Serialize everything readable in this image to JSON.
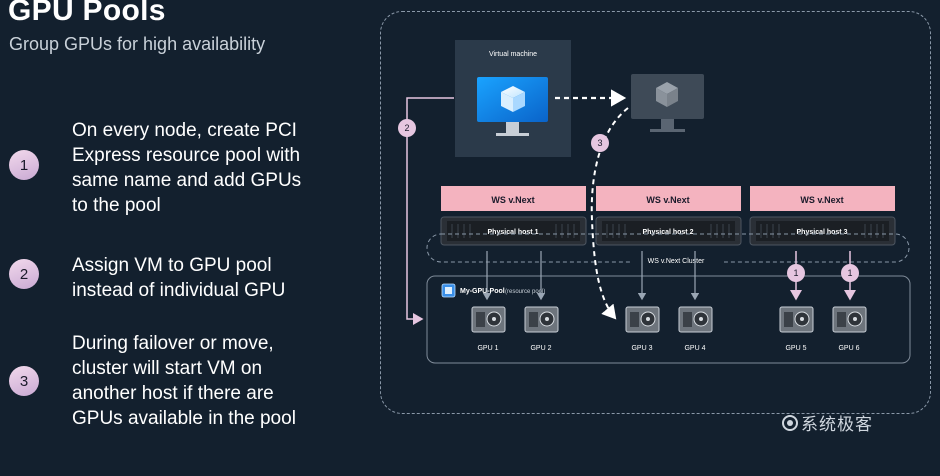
{
  "title": "GPU Pools",
  "subtitle": "Group GPUs for high availability",
  "steps": [
    {
      "num": "1",
      "lines": [
        "On every node, create PCI",
        "Express resource pool with",
        "same name and add GPUs",
        "to the pool"
      ]
    },
    {
      "num": "2",
      "lines": [
        "Assign VM to GPU pool",
        "instead of individual GPU"
      ]
    },
    {
      "num": "3",
      "lines": [
        "During failover or move,",
        "cluster will start VM on",
        "another host if there are",
        "GPUs available in the pool"
      ]
    }
  ],
  "diagram": {
    "vm_label": "Virtual machine",
    "hosts": [
      {
        "os": "WS v.Next",
        "host": "Physical host 1"
      },
      {
        "os": "WS v.Next",
        "host": "Physical host 2"
      },
      {
        "os": "WS v.Next",
        "host": "Physical host 3"
      }
    ],
    "cluster_label": "WS v.Next Cluster",
    "pool_name": "My-GPU-Pool",
    "pool_note": "(resource pool)",
    "gpus": [
      "GPU 1",
      "GPU 2",
      "GPU 3",
      "GPU 4",
      "GPU 5",
      "GPU 6"
    ],
    "markers": [
      "2",
      "3",
      "1",
      "1"
    ]
  },
  "watermark": "系统极客",
  "colors": {
    "background": "#13202e",
    "badge": "#e6c6e0",
    "os_bar": "#f4b3bf",
    "arrow": "#e6c6e0"
  }
}
